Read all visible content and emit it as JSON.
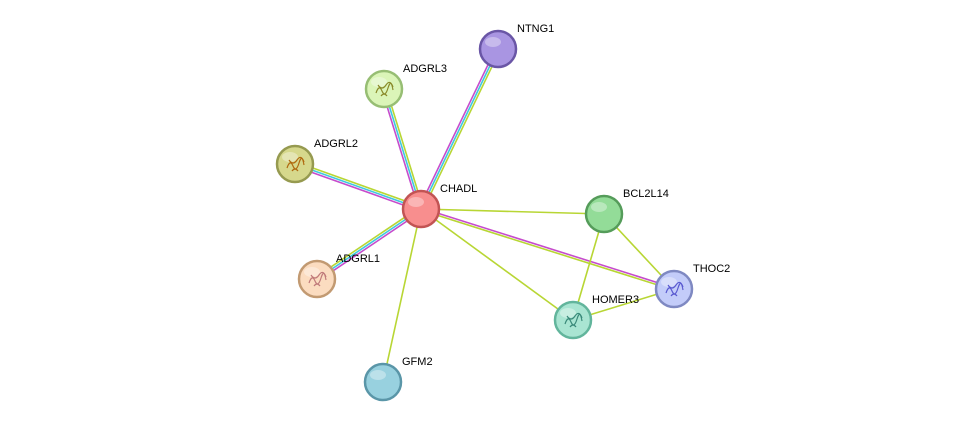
{
  "network": {
    "nodes": [
      {
        "id": "CHADL",
        "label": "CHADL",
        "fill": "#f88e8e",
        "stroke": "#c25454",
        "structure": false
      },
      {
        "id": "NTNG1",
        "label": "NTNG1",
        "fill": "#a995e2",
        "stroke": "#6a56a6",
        "structure": false
      },
      {
        "id": "ADGRL3",
        "label": "ADGRL3",
        "fill": "#dbf5b8",
        "stroke": "#97be74",
        "structure": true,
        "structure_color": "#8a8a2a"
      },
      {
        "id": "ADGRL2",
        "label": "ADGRL2",
        "fill": "#d6d88c",
        "stroke": "#969a50",
        "structure": true,
        "structure_color": "#b06a10"
      },
      {
        "id": "ADGRL1",
        "label": "ADGRL1",
        "fill": "#fbdcc0",
        "stroke": "#c29a72",
        "structure": true,
        "structure_color": "#c07a7a"
      },
      {
        "id": "BCL2L14",
        "label": "BCL2L14",
        "fill": "#93dc98",
        "stroke": "#559c5a",
        "structure": false
      },
      {
        "id": "THOC2",
        "label": "THOC2",
        "fill": "#c3ccf9",
        "stroke": "#7f89c2",
        "structure": true,
        "structure_color": "#5a5ad0"
      },
      {
        "id": "HOMER3",
        "label": "HOMER3",
        "fill": "#a9e5d2",
        "stroke": "#62b59c",
        "structure": true,
        "structure_color": "#3a8a7a"
      },
      {
        "id": "GFM2",
        "label": "GFM2",
        "fill": "#98d1df",
        "stroke": "#5a96a8",
        "structure": false
      }
    ],
    "edges": [
      {
        "source": "CHADL",
        "target": "NTNG1",
        "colors": [
          "#c64ccc",
          "#3fc8e0",
          "#b8d634"
        ]
      },
      {
        "source": "CHADL",
        "target": "ADGRL3",
        "colors": [
          "#c64ccc",
          "#3fc8e0",
          "#b8d634"
        ]
      },
      {
        "source": "CHADL",
        "target": "ADGRL2",
        "colors": [
          "#c64ccc",
          "#3fc8e0",
          "#b8d634"
        ]
      },
      {
        "source": "CHADL",
        "target": "ADGRL1",
        "colors": [
          "#c64ccc",
          "#3fc8e0",
          "#b8d634"
        ]
      },
      {
        "source": "CHADL",
        "target": "BCL2L14",
        "colors": [
          "#b8d634"
        ]
      },
      {
        "source": "CHADL",
        "target": "THOC2",
        "colors": [
          "#c64ccc",
          "#b8d634"
        ]
      },
      {
        "source": "CHADL",
        "target": "HOMER3",
        "colors": [
          "#b8d634"
        ]
      },
      {
        "source": "CHADL",
        "target": "GFM2",
        "colors": [
          "#b8d634"
        ]
      },
      {
        "source": "BCL2L14",
        "target": "THOC2",
        "colors": [
          "#b8d634"
        ]
      },
      {
        "source": "BCL2L14",
        "target": "HOMER3",
        "colors": [
          "#b8d634"
        ]
      },
      {
        "source": "HOMER3",
        "target": "THOC2",
        "colors": [
          "#b8d634"
        ]
      }
    ]
  }
}
